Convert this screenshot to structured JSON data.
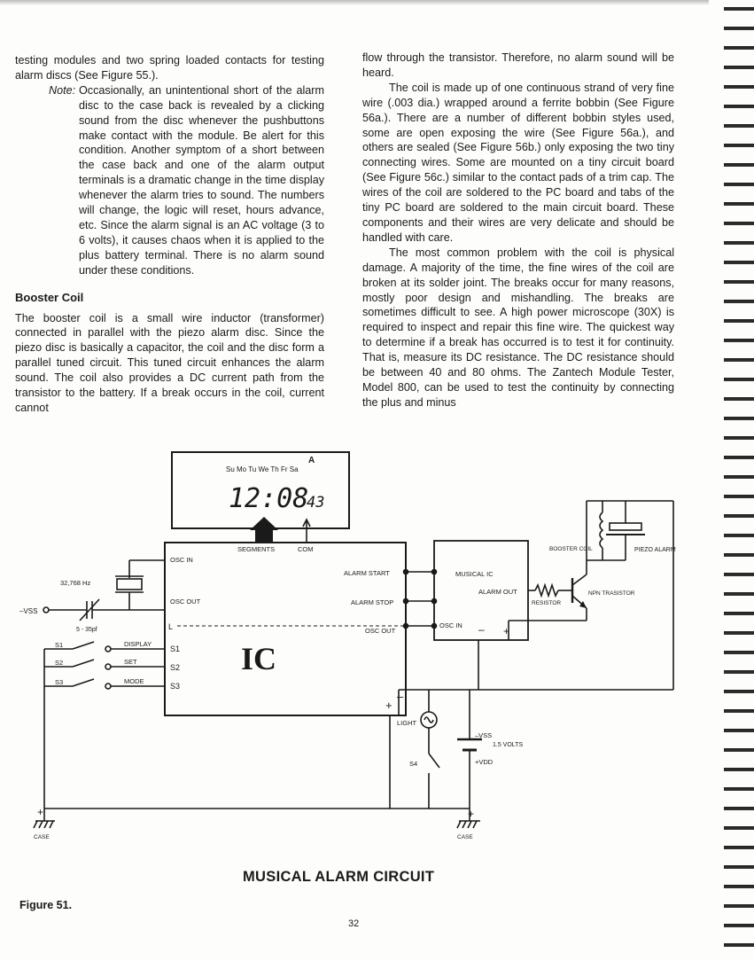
{
  "left_column": {
    "intro": "testing modules and two spring loaded contacts for testing alarm discs (See Figure 55.).",
    "note_label": "Note:",
    "note_text": "Occasionally, an unintentional short of the alarm disc to the case back is revealed by a clicking sound from the disc whenever the pushbuttons make contact with the module. Be alert for this condition. Another symptom of a short between the case back and one of the alarm output terminals is a dramatic change in the time display whenever the alarm tries to sound. The numbers will change, the logic will reset, hours advance, etc. Since the alarm signal is an AC voltage (3 to 6 volts), it causes chaos when it is applied to the plus battery terminal. There is no alarm sound under these conditions.",
    "heading": "Booster Coil",
    "body": "The booster coil is a small wire inductor (transformer) connected in parallel with the piezo alarm disc. Since the piezo disc is basically a capacitor, the coil and the disc form a parallel tuned circuit. This tuned circuit enhances the alarm sound. The coil also provides a DC current path from the transistor to the battery. If a break occurs in the coil, current cannot"
  },
  "right_column": {
    "p0": "flow through the transistor. Therefore, no alarm sound will be heard.",
    "p1": "The coil is made up of one continuous strand of very fine wire (.003 dia.) wrapped around a ferrite bobbin (See Figure 56a.). There are a number of different bobbin styles used, some are open exposing the wire (See Figure 56a.), and others are sealed (See Figure 56b.) only exposing the two tiny connecting wires. Some are mounted on a tiny circuit board (See Figure 56c.) similar to the contact pads of a trim cap. The wires of the coil are soldered to the PC board and tabs of the tiny PC board are soldered to the main circuit board. These components and their wires are very delicate and should be handled with care.",
    "p2": "The most common problem with the coil is physical damage. A majority of the time, the fine wires of the coil are broken at its solder joint. The breaks occur for many reasons, mostly poor design and mishandling. The breaks are sometimes difficult to see. A high power microscope (30X) is required to inspect and repair this fine wire. The quickest way to determine if a break has occurred is to test it for continuity. That is, measure its DC resistance. The DC resistance should be between 40 and 80 ohms. The Zantech Module Tester, Model 800, can be used to test the continuity by connecting the plus and minus"
  },
  "diagram": {
    "days": "Su Mo Tu We Th Fr Sa",
    "alarm_indicator": "A",
    "time": "12:08",
    "seconds": "43",
    "segments": "SEGMENTS",
    "com": "COM",
    "osc_in": "OSC IN",
    "osc_out": "OSC OUT",
    "crystal": "32,768 Hz",
    "trimcap": "5 - 35pf",
    "vss": "–VSS",
    "ic": "IC",
    "s1": "S1",
    "s2": "S2",
    "s3": "S3",
    "display": "DISPLAY",
    "set": "SET",
    "mode": "MODE",
    "alarm_start": "ALARM START",
    "alarm_stop": "ALARM STOP",
    "osc_out2": "OSC OUT",
    "musical_ic": "MUSICAL IC",
    "alarm_out": "ALARM OUT",
    "osc_in2": "OSC IN",
    "resistor": "RESISTOR",
    "npn": "NPN TRASISTOR",
    "booster": "BOOSTER COIL",
    "piezo": "PIEZO ALARM",
    "light": "LIGHT",
    "s4": "S4",
    "vss2": "–VSS",
    "v15": "1.5 VOLTS",
    "vdd": "+VDD",
    "case": "CASE",
    "minus": "–",
    "plus": "+"
  },
  "caption_title": "MUSICAL ALARM CIRCUIT",
  "figure_label": "Figure 51.",
  "page_number": "32"
}
